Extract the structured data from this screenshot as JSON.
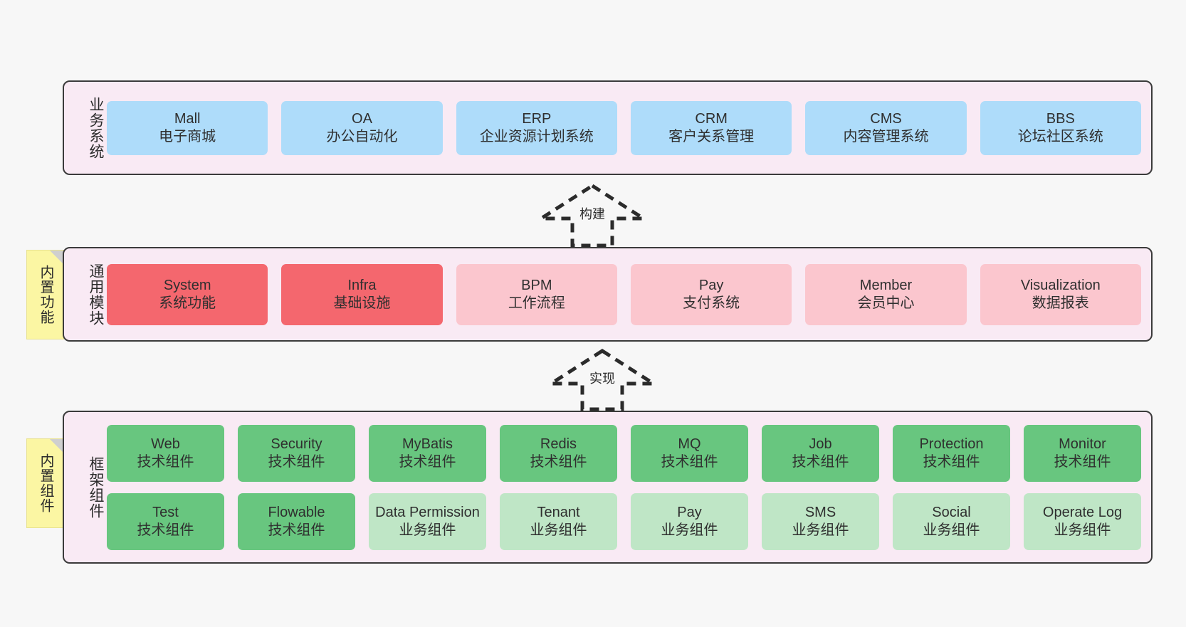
{
  "diagram": {
    "background_color": "#f7f7f7",
    "layer_bg_color": "#f9eaf4",
    "layer_border_color": "#3b3b3b",
    "sticky_color": "#fbf6a3"
  },
  "layers": [
    {
      "id": "business-system",
      "title": "业务系统",
      "rows": [
        {
          "cells": [
            {
              "en": "Mall",
              "cn": "电子商城",
              "color": "#aedcfa"
            },
            {
              "en": "OA",
              "cn": "办公自动化",
              "color": "#aedcfa"
            },
            {
              "en": "ERP",
              "cn": "企业资源计划系统",
              "color": "#aedcfa"
            },
            {
              "en": "CRM",
              "cn": "客户关系管理",
              "color": "#aedcfa"
            },
            {
              "en": "CMS",
              "cn": "内容管理系统",
              "color": "#aedcfa"
            },
            {
              "en": "BBS",
              "cn": "论坛社区系统",
              "color": "#aedcfa"
            }
          ]
        }
      ]
    },
    {
      "id": "common-module",
      "title": "通用模块",
      "sticky": "内置功能",
      "rows": [
        {
          "cells": [
            {
              "en": "System",
              "cn": "系统功能",
              "color": "#f4676e"
            },
            {
              "en": "Infra",
              "cn": "基础设施",
              "color": "#f4676e"
            },
            {
              "en": "BPM",
              "cn": "工作流程",
              "color": "#fbc6ce"
            },
            {
              "en": "Pay",
              "cn": "支付系统",
              "color": "#fbc6ce"
            },
            {
              "en": "Member",
              "cn": "会员中心",
              "color": "#fbc6ce"
            },
            {
              "en": "Visualization",
              "cn": "数据报表",
              "color": "#fbc6ce"
            }
          ]
        }
      ]
    },
    {
      "id": "framework-component",
      "title": "框架组件",
      "sticky": "内置组件",
      "rows": [
        {
          "cells": [
            {
              "en": "Web",
              "cn": "技术组件",
              "color": "#68c67f"
            },
            {
              "en": "Security",
              "cn": "技术组件",
              "color": "#68c67f"
            },
            {
              "en": "MyBatis",
              "cn": "技术组件",
              "color": "#68c67f"
            },
            {
              "en": "Redis",
              "cn": "技术组件",
              "color": "#68c67f"
            },
            {
              "en": "MQ",
              "cn": "技术组件",
              "color": "#68c67f"
            },
            {
              "en": "Job",
              "cn": "技术组件",
              "color": "#68c67f"
            },
            {
              "en": "Protection",
              "cn": "技术组件",
              "color": "#68c67f"
            },
            {
              "en": "Monitor",
              "cn": "技术组件",
              "color": "#68c67f"
            }
          ]
        },
        {
          "cells": [
            {
              "en": "Test",
              "cn": "技术组件",
              "color": "#68c67f"
            },
            {
              "en": "Flowable",
              "cn": "技术组件",
              "color": "#68c67f"
            },
            {
              "en": "Data Permission",
              "cn": "业务组件",
              "color": "#bfe6c6"
            },
            {
              "en": "Tenant",
              "cn": "业务组件",
              "color": "#bfe6c6"
            },
            {
              "en": "Pay",
              "cn": "业务组件",
              "color": "#bfe6c6"
            },
            {
              "en": "SMS",
              "cn": "业务组件",
              "color": "#bfe6c6"
            },
            {
              "en": "Social",
              "cn": "业务组件",
              "color": "#bfe6c6"
            },
            {
              "en": "Operate Log",
              "cn": "业务组件",
              "color": "#bfe6c6"
            }
          ]
        }
      ]
    }
  ],
  "connectors": [
    {
      "id": "build",
      "label": "构建",
      "style": "dashed-generalization-up"
    },
    {
      "id": "implement",
      "label": "实现",
      "style": "dashed-generalization-up"
    }
  ]
}
